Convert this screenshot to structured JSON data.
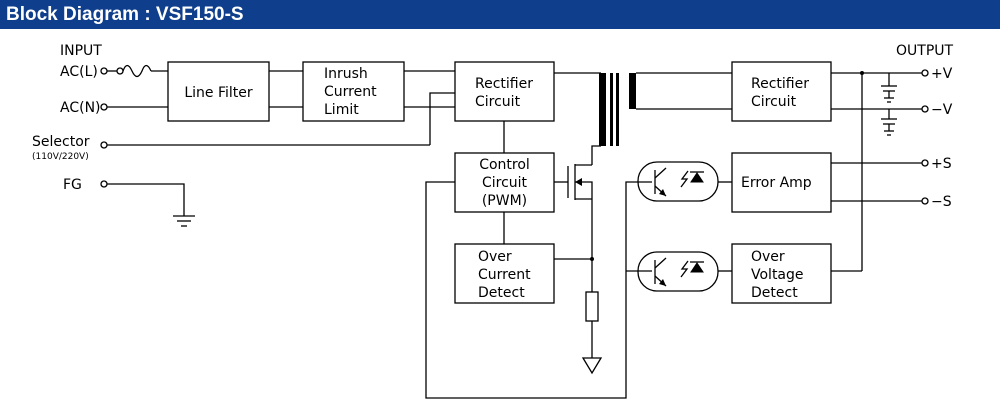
{
  "header": {
    "title": "Block Diagram : VSF150-S"
  },
  "input": {
    "heading": "INPUT",
    "ac_l": "AC(L)",
    "ac_n": "AC(N)",
    "selector": "Selector",
    "selector_range": "(110V/220V)",
    "fg": "FG"
  },
  "output": {
    "heading": "OUTPUT",
    "plus_v": "+V",
    "minus_v": "−V",
    "plus_s": "+S",
    "minus_s": "−S"
  },
  "blocks": {
    "line_filter": "Line Filter",
    "inrush": [
      "Inrush",
      "Current",
      "Limit"
    ],
    "rectifier_primary": [
      "Rectifier",
      "Circuit"
    ],
    "control": [
      "Control",
      "Circuit",
      "(PWM)"
    ],
    "over_current": [
      "Over",
      "Current",
      "Detect"
    ],
    "rectifier_secondary": [
      "Rectifier",
      "Circuit"
    ],
    "error_amp": "Error Amp",
    "over_voltage": [
      "Over",
      "Voltage",
      "Detect"
    ]
  }
}
